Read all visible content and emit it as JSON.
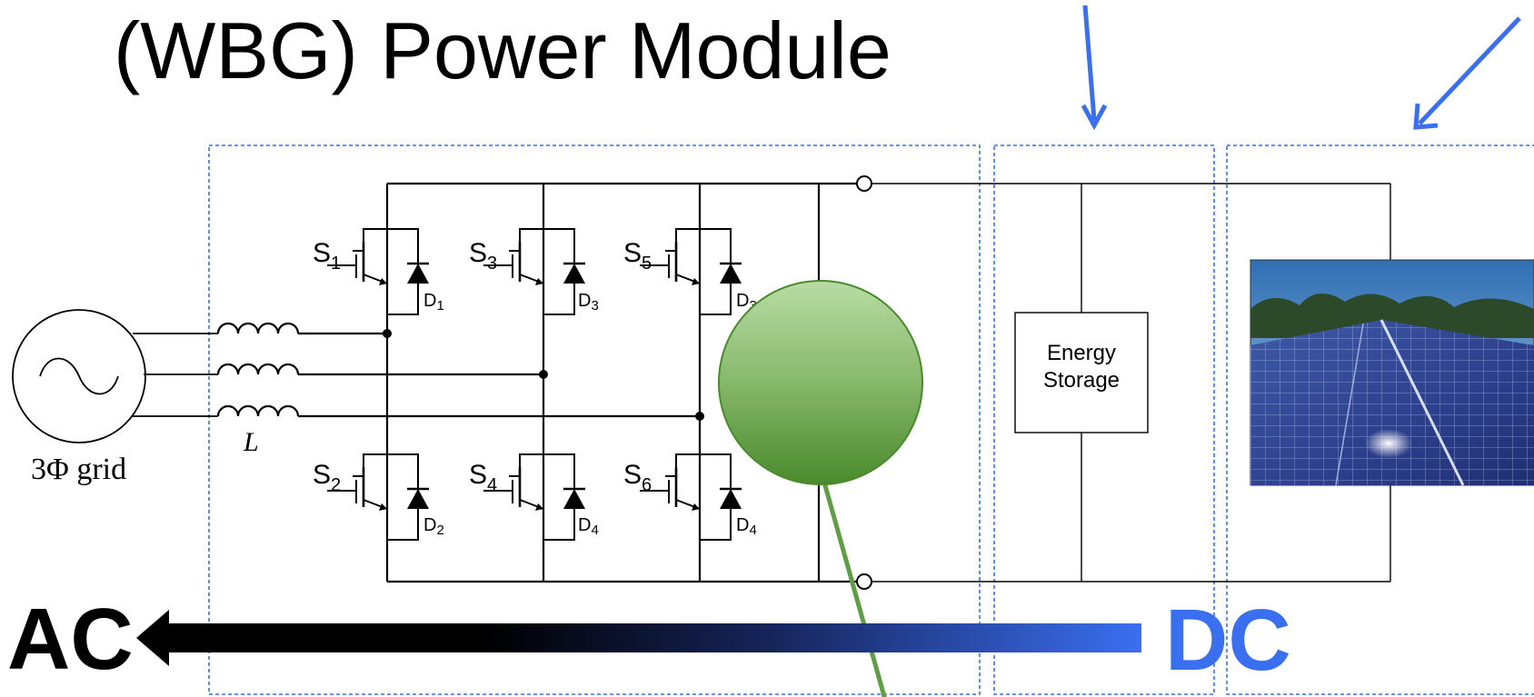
{
  "title": "(WBG) Power Module",
  "grid": {
    "label": "3Φ grid",
    "inductor_label": "L"
  },
  "switches": [
    {
      "s": "S",
      "s_sub": "1",
      "d": "D",
      "d_sub": "1"
    },
    {
      "s": "S",
      "s_sub": "3",
      "d": "D",
      "d_sub": "3"
    },
    {
      "s": "S",
      "s_sub": "5",
      "d": "D",
      "d_sub": "3"
    },
    {
      "s": "S",
      "s_sub": "2",
      "d": "D",
      "d_sub": "2"
    },
    {
      "s": "S",
      "s_sub": "4",
      "d": "D",
      "d_sub": "4"
    },
    {
      "s": "S",
      "s_sub": "6",
      "d": "D",
      "d_sub": "4"
    }
  ],
  "energy_storage": {
    "line1": "Energy",
    "line2": "Storage"
  },
  "arrow": {
    "left_label": "AC",
    "right_label": "DC"
  },
  "colors": {
    "accent_blue": "#3a6ff0",
    "dashed_box": "#3a6ff0",
    "green_circle": "#5f9e45",
    "arrow_dark": "#000000"
  }
}
